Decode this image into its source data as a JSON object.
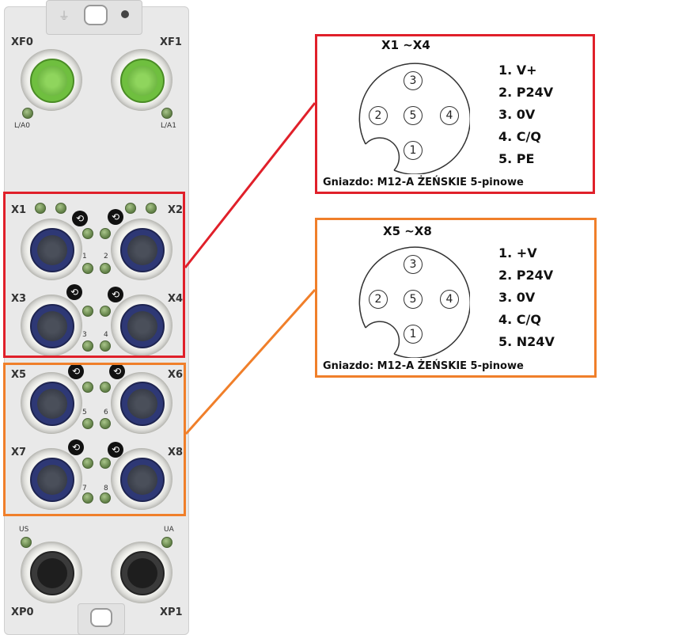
{
  "device": {
    "top_ports": {
      "left": "XF0",
      "right": "XF1"
    },
    "top_leds": {
      "left": "L/A0",
      "right": "L/A1"
    },
    "io_ports": [
      "X1",
      "X2",
      "X3",
      "X4",
      "X5",
      "X6",
      "X7",
      "X8"
    ],
    "channel_numbers": [
      "1",
      "2",
      "3",
      "4",
      "5",
      "6",
      "7",
      "8"
    ],
    "power_leds": {
      "left": "US",
      "right": "UA"
    },
    "power_ports": {
      "left": "XP0",
      "right": "XP1"
    }
  },
  "colors": {
    "group1_highlight": "#e0202a",
    "group2_highlight": "#f07f2a",
    "housing": "#e9e9e9"
  },
  "pinout_1": {
    "title": "X1 ~X4",
    "pins_on_face": [
      "3",
      "2",
      "5",
      "4",
      "1"
    ],
    "list": [
      "1. V+",
      "2. P24V",
      "3. 0V",
      "4.  C/Q",
      "5.  PE"
    ],
    "footer": "Gniazdo: M12-A ŻEŃSKIE 5-pinowe"
  },
  "pinout_2": {
    "title": "X5 ~X8",
    "pins_on_face": [
      "3",
      "2",
      "5",
      "4",
      "1"
    ],
    "list": [
      "1. +V",
      "2. P24V",
      "3. 0V",
      "4. C/Q",
      "5. N24V"
    ],
    "footer": "Gniazdo: M12-A ŻEŃSKIE 5-pinowe"
  }
}
